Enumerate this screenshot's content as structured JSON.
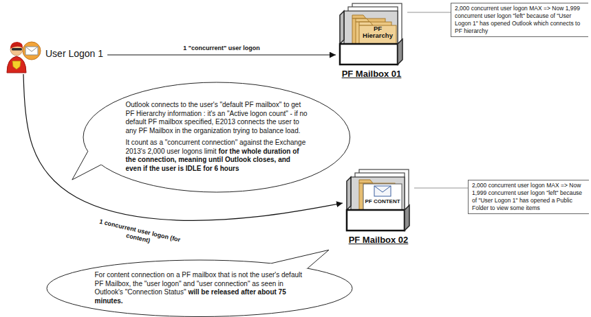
{
  "diagram": {
    "nodes": [
      {
        "text": [
          "User Logon 1"
        ]
      },
      {
        "text": [
          "PF Hierarchy",
          "PF Mailbox 01"
        ]
      },
      {
        "text": [
          "2,000 concurrent user logon MAX => Now 1,999 concurrent user logon \"left\" because of \"User Logon 1\" has opened Outlook which connects to PF hierarchy"
        ]
      },
      {
        "text": [
          "Outlook connects to the user's \"default PF mailbox\" to get PF Hierarchy information : it's an \"Active logon count\" - if no default PF mailbox specified, E2013 connects the user to any PF Mailbox in the organization trying to balance load.",
          "It count as a \"concurrent connection\" against the Exchange 2013's 2,000 user logons limit",
          "for the whole duration of the connection, meaning until Outlook closes, and even if the user is IDLE for 6 hours"
        ]
      },
      {
        "text": [
          "PF CONTENT",
          "PF Mailbox 02"
        ]
      },
      {
        "text": [
          "2,000 concurrent user logon MAX => Now 1,999 concurrent user logon \"left\" because of \"User Logon 1\" has opened a Public Folder to view some items"
        ]
      },
      {
        "text": [
          "For content connection on a PF mailbox that is not the user's default PF Mailbox, the \"user logon\" and \"user connection\" as seen in Outlook's \"Connection Status\"",
          "will be released after about 75 minutes."
        ]
      }
    ],
    "edges": [
      {
        "from": 0,
        "to": 1,
        "arrow": "to",
        "label": "1 \"concurrent\" user logon"
      },
      {
        "from": 0,
        "to": 4,
        "arrow": "to",
        "label": "1 concurrent user logon (for content)"
      },
      {
        "from": 1,
        "to": 2,
        "arrow": "none"
      },
      {
        "from": 4,
        "to": 5,
        "arrow": "none"
      }
    ]
  }
}
